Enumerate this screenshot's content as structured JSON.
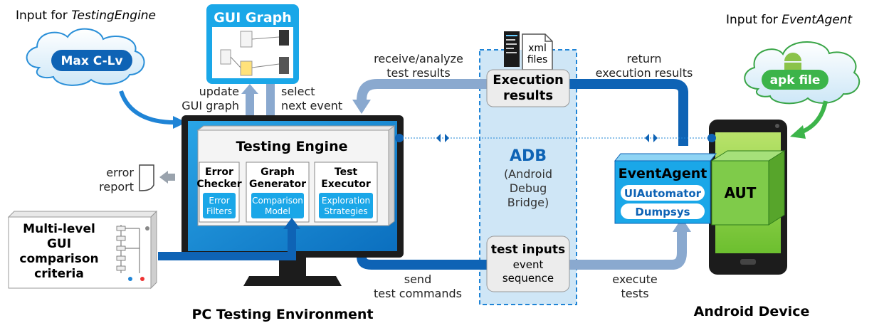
{
  "inputs": {
    "testing_engine_prefix": "Input for ",
    "testing_engine_name": "TestingEngine",
    "max_clv": "Max C-Lv",
    "event_agent_prefix": "Input for ",
    "event_agent_name": "EventAgent",
    "apk_file": "apk file"
  },
  "gui_graph": {
    "title": "GUI Graph"
  },
  "arrows": {
    "update_line1": "update",
    "update_line2": "GUI graph",
    "select_line1": "select",
    "select_line2": "next event",
    "receive_line1": "receive/analyze",
    "receive_line2": "test results",
    "return_line1": "return",
    "return_line2": "execution results",
    "send_line1": "send",
    "send_line2": "test commands",
    "execute_line1": "execute",
    "execute_line2": "tests",
    "error_line1": "error",
    "error_line2": "report"
  },
  "xml": {
    "line1": "xml",
    "line2": "files"
  },
  "adb": {
    "execution_line1": "Execution",
    "execution_line2": "results",
    "title": "ADB",
    "sub1": "(Android",
    "sub2": "Debug",
    "sub3": "Bridge)",
    "test_inputs": "test inputs",
    "event_line1": "event",
    "event_line2": "sequence"
  },
  "engine": {
    "title": "Testing Engine",
    "error_checker_1": "Error",
    "error_checker_2": "Checker",
    "error_filters_1": "Error",
    "error_filters_2": "Filters",
    "graph_gen_1": "Graph",
    "graph_gen_2": "Generator",
    "comparison_1": "Comparison",
    "comparison_2": "Model",
    "executor_1": "Test",
    "executor_2": "Executor",
    "exploration_1": "Exploration",
    "exploration_2": "Strategies"
  },
  "criteria": {
    "line1": "Multi-level",
    "line2": "GUI",
    "line3": "comparison",
    "line4": "criteria"
  },
  "device": {
    "event_agent": "EventAgent",
    "uiautomator": "UIAutomator",
    "dumpsys": "Dumpsys",
    "aut": "AUT"
  },
  "captions": {
    "pc": "PC Testing Environment",
    "android": "Android Device"
  },
  "colors": {
    "blue": "#0071c5",
    "light_blue": "#1aa7e8",
    "gray_arrow": "#9aa3ad",
    "green": "#3cb44a",
    "adb_fill": "#cfe6f6"
  }
}
